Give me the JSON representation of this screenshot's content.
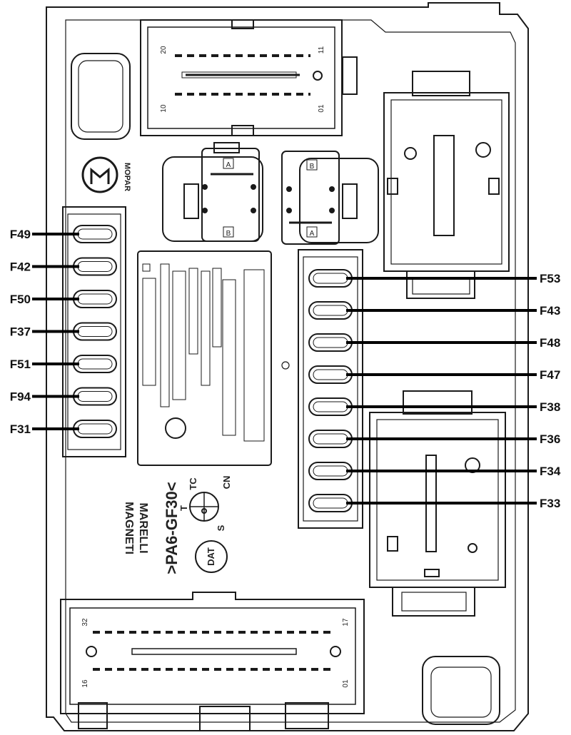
{
  "fuses_left": [
    "F49",
    "F42",
    "F50",
    "F37",
    "F51",
    "F94",
    "F31"
  ],
  "fuses_right": [
    "F53",
    "F43",
    "F48",
    "F47",
    "F38",
    "F36",
    "F34",
    "F33"
  ],
  "connector_top": {
    "pin_top_left": "20",
    "pin_top_right": "11",
    "pin_bottom_left": "10",
    "pin_bottom_right": "01"
  },
  "connector_bottom": {
    "pin_top_left": "32",
    "pin_top_right": "17",
    "pin_bottom_left": "16",
    "pin_bottom_right": "01"
  },
  "relay_left": {
    "pin_top": "A",
    "pin_bottom": "B"
  },
  "relay_right": {
    "pin_top": "B",
    "pin_bottom": "A"
  },
  "markings": {
    "material": ">PA6-GF30<",
    "date_mark": "DAT",
    "brand_top": "MAGNETI",
    "brand_bottom": "MARELLI",
    "mopar": "MOPAR",
    "dial_tc": "TC",
    "dial_cn": "CN",
    "dial_t": "T",
    "dial_s": "S"
  },
  "colors": {
    "line": "#1a1a1a",
    "callout": "#000000",
    "background": "#ffffff"
  }
}
